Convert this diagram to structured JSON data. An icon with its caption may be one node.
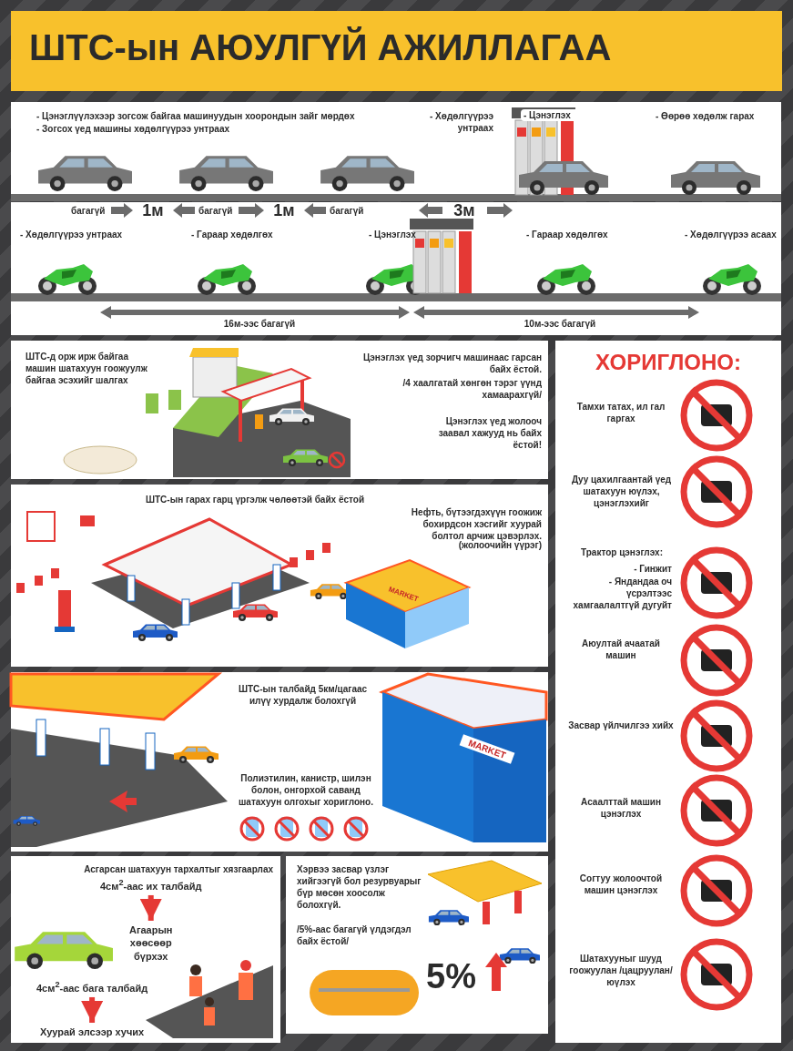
{
  "diagram": {
    "title": "ШТС-ын АЮУЛГҮЙ АЖИЛЛАГАА",
    "nodes": [
      {
        "text": [
          "4см$^{2}$-аас их талбайд"
        ]
      },
      {
        "text": [
          "Агаарын хөөсөөр бүрхэх"
        ]
      },
      {
        "text": [
          "4см$^{2}$-аас бага талбайд"
        ]
      },
      {
        "text": [
          "Хуурай элсээр хучих"
        ]
      }
    ],
    "edges": [
      {
        "from": 0,
        "to": 1,
        "arrow": "to"
      },
      {
        "from": 2,
        "to": 3,
        "arrow": "to"
      }
    ],
    "labels": [
      "- Цэнэглүүлэхээр зогсож байгаа машинуудын хоорондын зайг мөрдөх",
      "- Зогсох үед машины хөдөлгүүрээ унтраах",
      "- Хөдөлгүүрээ унтраах",
      "- Цэнэглэх",
      "- Өөрөө хөдөлж гарах",
      "багагүй",
      "1м",
      "багагүй",
      "1м",
      "багагүй",
      "3м",
      "- Хөдөлгүүрээ унтраах",
      "- Гараар хөдөлгөх",
      "- Цэнэглэх",
      "- Гараар хөдөлгөх",
      "- Хөдөлгүүрээ асаах",
      "16м-ээс багагүй",
      "10м-ээс багагүй",
      "ШТС-д орж ирж байгаа машин шатахуун гоожуулж байгаа эсэхийг шалгах",
      "Цэнэглэх үед зорчигч машинаас гарсан байх ёстой.",
      "/4 хаалгатай хөнгөн тэрэг үүнд хамаарахгүй/",
      "Цэнэглэх үед жолооч заавал хажууд нь байх ёстой!",
      "ШТС-ын гарах гарц үргэлж чөлөөтэй байх ёстой",
      "Нефть, бүтээгдэхүүн гоожиж бохирдсон хэсгийг хуурай болтол арчиж цэвэрлэх.",
      "(жолоочийн үүрэг)",
      "MARKET",
      "ШТС-ын талбайд 5км/цагаас илүү хурдалж болохгүй",
      "Полиэтилин, канистр, шилэн болон, онгорхой саванд шатахуун олгохыг хориглоно.",
      "MARKET",
      "Асгарсан шатахуун тархалтыг хязгаарлах",
      "Хэрвээ засвар үзлэг хийгээгүй бол резурвуарыг бүр мөсөн хоосолж болохгүй.",
      "/5%-аас багагүй үлдэгдэл байх ёстой/",
      "5%",
      "ХОРИГЛОНО:",
      "Тамхи татах, ил гал гаргах",
      "Дуу цахилгаантай үед шатахуун юүлэх, цэнэглэхийг",
      "Трактор цэнэглэх:",
      "- Гинжит",
      "- Яндандаа оч үсрэлтээс хамгаалалтгүй дугуйт",
      "Аюултай ачаатай машин",
      "Засвар үйлчилгээ хийх",
      "Асаалттай машин цэнэглэх",
      "Согтуу жолоочтой машин цэнэглэх",
      "Шатахууныг шууд гоожуулан /цацруулан/ юүлэх"
    ]
  }
}
